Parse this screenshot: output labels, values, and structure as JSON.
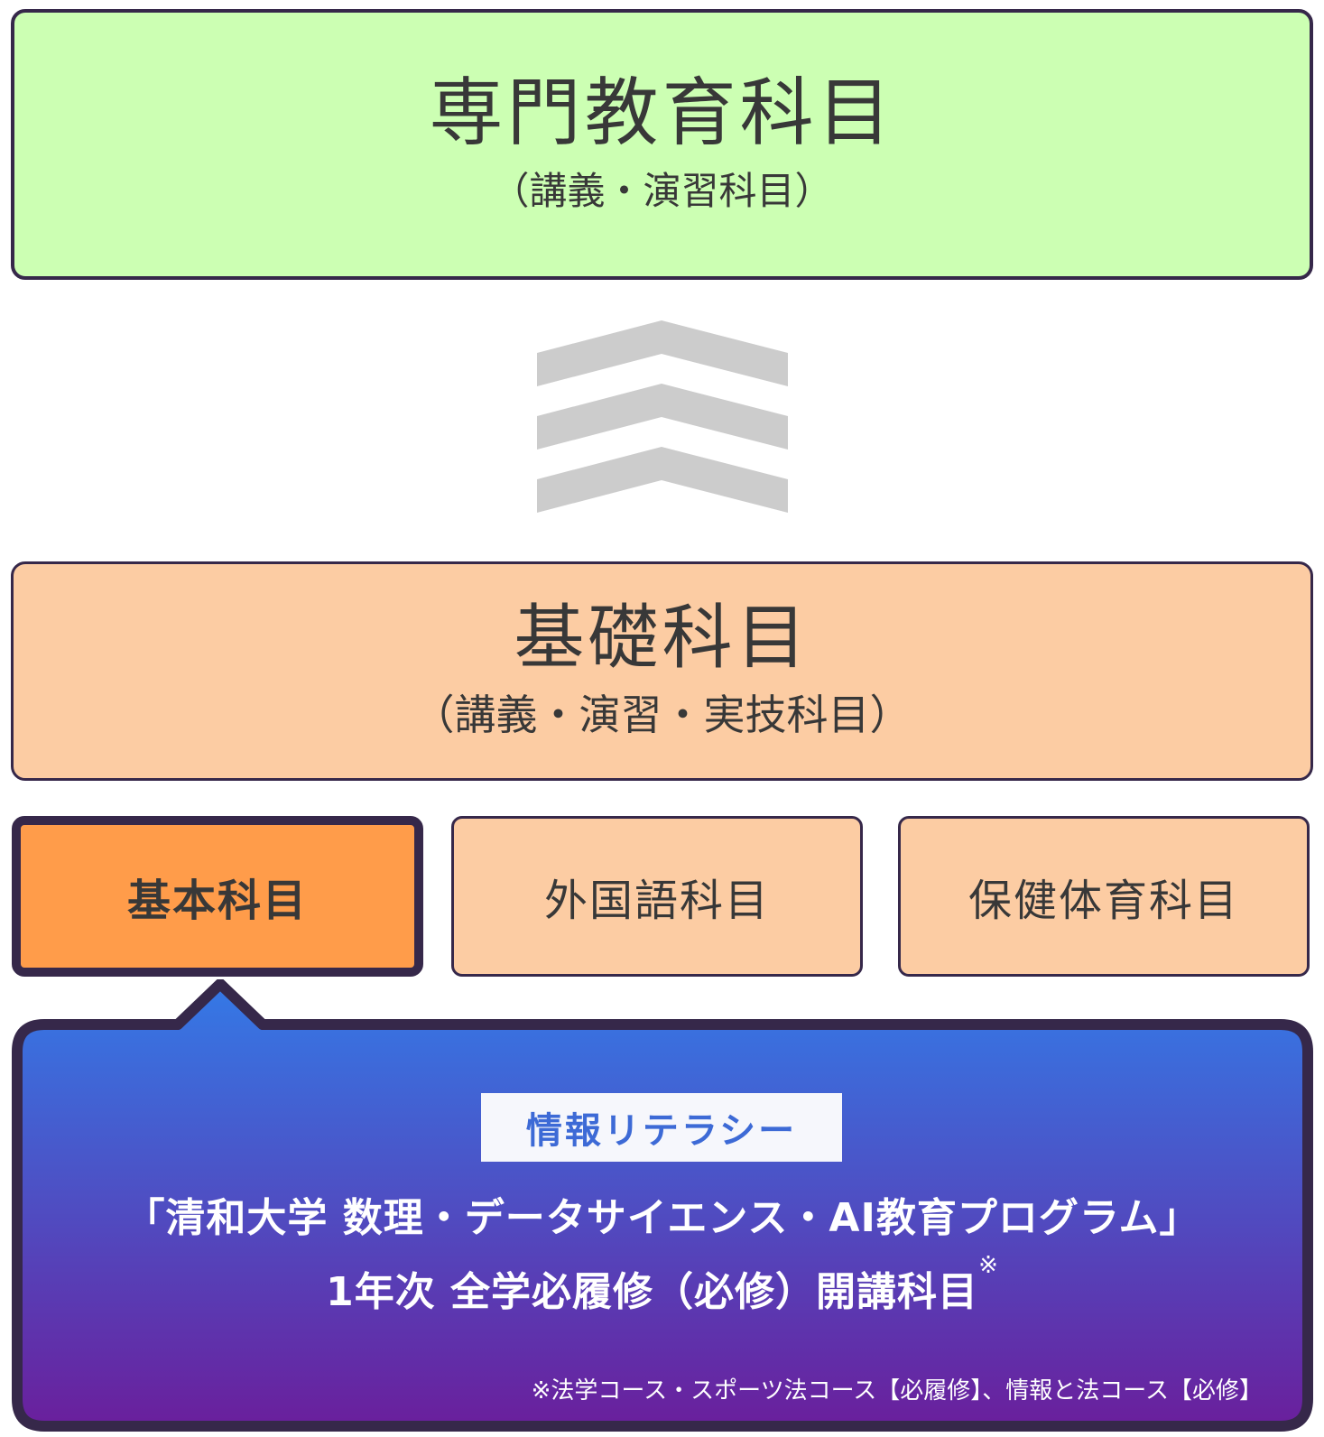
{
  "top": {
    "title": "専門教育科目",
    "subtitle": "（講義・演習科目）",
    "color": "#ccffb3"
  },
  "arrows": {
    "icon": "chevron-up-triple-icon",
    "color": "#cccccc"
  },
  "base": {
    "title": "基礎科目",
    "subtitle": "（講義・演習・実技科目）",
    "color": "#fccca3"
  },
  "categories": [
    {
      "label": "基本科目",
      "color": "#ff9c4a",
      "highlighted": true
    },
    {
      "label": "外国語科目",
      "color": "#fccca3",
      "highlighted": false
    },
    {
      "label": "保健体育科目",
      "color": "#fccca3",
      "highlighted": false
    }
  ],
  "callout": {
    "badge": "情報リテラシー",
    "line1": "「清和大学 数理・データサイエンス・AI教育プログラム」",
    "line2": "1年次 全学必履修（必修）開講科目",
    "line2_mark": "※",
    "footnote": "※法学コース・スポーツ法コース【必履修】、情報と法コース【必修】",
    "gradient_top": "#3479e6",
    "gradient_bottom": "#6a1f9c",
    "border": "#36284a"
  }
}
